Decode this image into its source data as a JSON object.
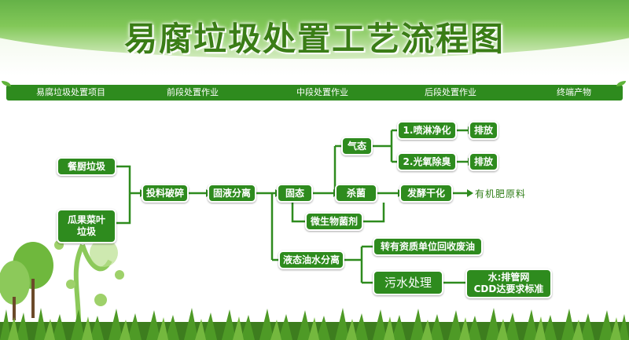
{
  "title": "易腐垃圾处置工艺流程图",
  "stages": [
    "易腐垃圾处置项目",
    "前段处置作业",
    "中段处置作业",
    "后段处置作业",
    "终端产物"
  ],
  "nodes": {
    "kitchen_waste": "餐厨垃圾",
    "melon_waste": "瓜果菜叶\n垃圾",
    "feed_crush": "投料破碎",
    "solid_liquid": "固液分离",
    "solid": "固态",
    "gas": "气态",
    "spray": "1.喷淋净化",
    "photo_oxygen": "2.光氧除臭",
    "discharge_1": "排放",
    "discharge_2": "排放",
    "sterilize": "杀菌",
    "ferment": "发酵干化",
    "microbial": "微生物菌剂",
    "liquid_oil_water": "液态油水分离",
    "waste_oil": "转有资质单位回收废油",
    "sewage": "污水处理",
    "water_standard": "水:排管网\nCDD达要求标准"
  },
  "products": {
    "organic_fertilizer": "有机肥原料"
  },
  "colors": {
    "primary": "#2e8b1e",
    "title": "#3a7d16",
    "line": "#2e8b1e"
  }
}
